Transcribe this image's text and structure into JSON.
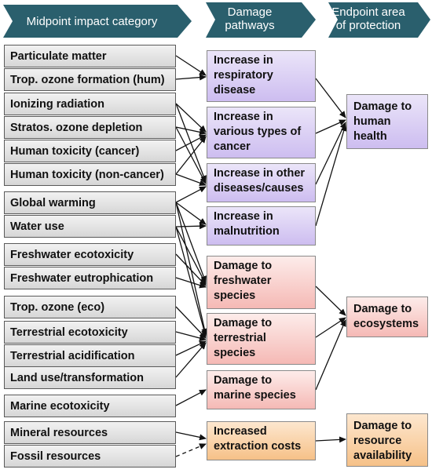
{
  "headers": {
    "midpoint": "Midpoint impact category",
    "damage_line1": "Damage",
    "damage_line2": "pathways",
    "endpoint_line1": "Endpoint area",
    "endpoint_line2": "of protection"
  },
  "midpoint": [
    "Particulate matter",
    "Trop. ozone formation (hum)",
    "Ionizing radiation",
    "Stratos. ozone depletion",
    "Human toxicity (cancer)",
    "Human toxicity (non-cancer)",
    "Global warming",
    "Water use",
    "Freshwater ecotoxicity",
    "Freshwater eutrophication",
    "Trop. ozone (eco)",
    "Terrestrial ecotoxicity",
    "Terrestrial acidification",
    "Land use/transformation",
    "Marine ecotoxicity",
    "Mineral resources",
    "Fossil resources"
  ],
  "pathways": [
    {
      "l1": "Increase in",
      "l2": "respiratory",
      "l3": "disease",
      "color": "purple"
    },
    {
      "l1": "Increase in",
      "l2": "various types of",
      "l3": "cancer",
      "color": "purple"
    },
    {
      "l1": "Increase in other",
      "l2": "diseases/causes",
      "l3": "",
      "color": "purple"
    },
    {
      "l1": "Increase in",
      "l2": "malnutrition",
      "l3": "",
      "color": "purple"
    },
    {
      "l1": "Damage to",
      "l2": "freshwater",
      "l3": "species",
      "color": "pink"
    },
    {
      "l1": "Damage to",
      "l2": "terrestrial",
      "l3": "species",
      "color": "pink"
    },
    {
      "l1": "Damage to",
      "l2": "marine species",
      "l3": "",
      "color": "pink"
    },
    {
      "l1": "Increased",
      "l2": "extraction costs",
      "l3": "",
      "color": "orange"
    }
  ],
  "endpoints": [
    {
      "l1": "Damage to",
      "l2": "human",
      "l3": "health",
      "color": "purple"
    },
    {
      "l1": "Damage to",
      "l2": "ecosystems",
      "l3": "",
      "color": "pink"
    },
    {
      "l1": "Damage to",
      "l2": "resource",
      "l3": "availability",
      "color": "orange"
    }
  ],
  "colors": {
    "header": "#2a5f6d",
    "purple": "#cdbdf0",
    "pink": "#f5b9b5",
    "orange": "#f6c188",
    "line": "#111111"
  }
}
